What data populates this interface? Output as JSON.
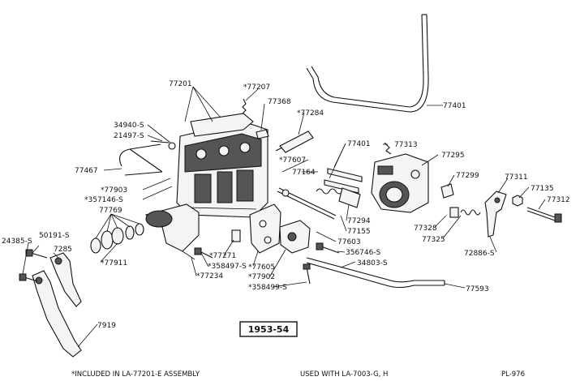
{
  "labels": {
    "l77201": "77201",
    "l77207": "*77207",
    "l77368": "77368",
    "l77284": "*77284",
    "l77401a": "77401",
    "l34940s": "34940-S",
    "l21497s": "21497-S",
    "l77467": "77467",
    "l77903": "*77903",
    "l357146s": "*357146-S",
    "l77769": "77769",
    "l77911": "*77911",
    "l24385s": "24385-S",
    "l50191s": "50191-S",
    "l7285": "7285",
    "l7919": "7919",
    "l77271": "*77271",
    "l358497s": "*358497-S",
    "l77234": "*77234",
    "l77605": "*77605",
    "l77902": "*77902",
    "l358499s": "*358499-S",
    "l77607": "*77607",
    "l77164": "77164",
    "l77401b": "77401",
    "l77313": "77313",
    "l77295": "77295",
    "l77299": "77299",
    "l77311": "77311",
    "l77135": "77135",
    "l77312": "77312",
    "l77294": "77294",
    "l77155": "77155",
    "l77603": "77603",
    "l356746s": "356746-S",
    "l34803s": "34803-S",
    "l77328": "77328",
    "l77325": "77325",
    "l72886s": "72886-S",
    "l77593": "77593"
  },
  "year_box": "1953-54",
  "footer": {
    "note": "*INCLUDED IN LA-77201-E  ASSEMBLY",
    "used_with": "USED WITH LA-7003-G, H",
    "plate": "PL-976"
  }
}
